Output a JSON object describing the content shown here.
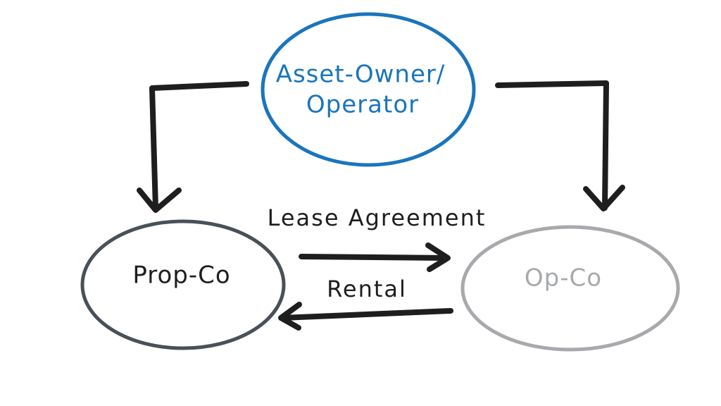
{
  "colors": {
    "owner": "#1a75bc",
    "propco": "#4a5058",
    "opco": "#a7a9ac",
    "arrow": "#1e1e1e"
  },
  "nodes": {
    "owner": {
      "line1": "Asset-Owner/",
      "line2": "Operator"
    },
    "propco": {
      "label": "Prop-Co"
    },
    "opco": {
      "label": "Op-Co"
    }
  },
  "edges": {
    "lease": {
      "label": "Lease Agreement"
    },
    "rental": {
      "label": "Rental"
    }
  }
}
